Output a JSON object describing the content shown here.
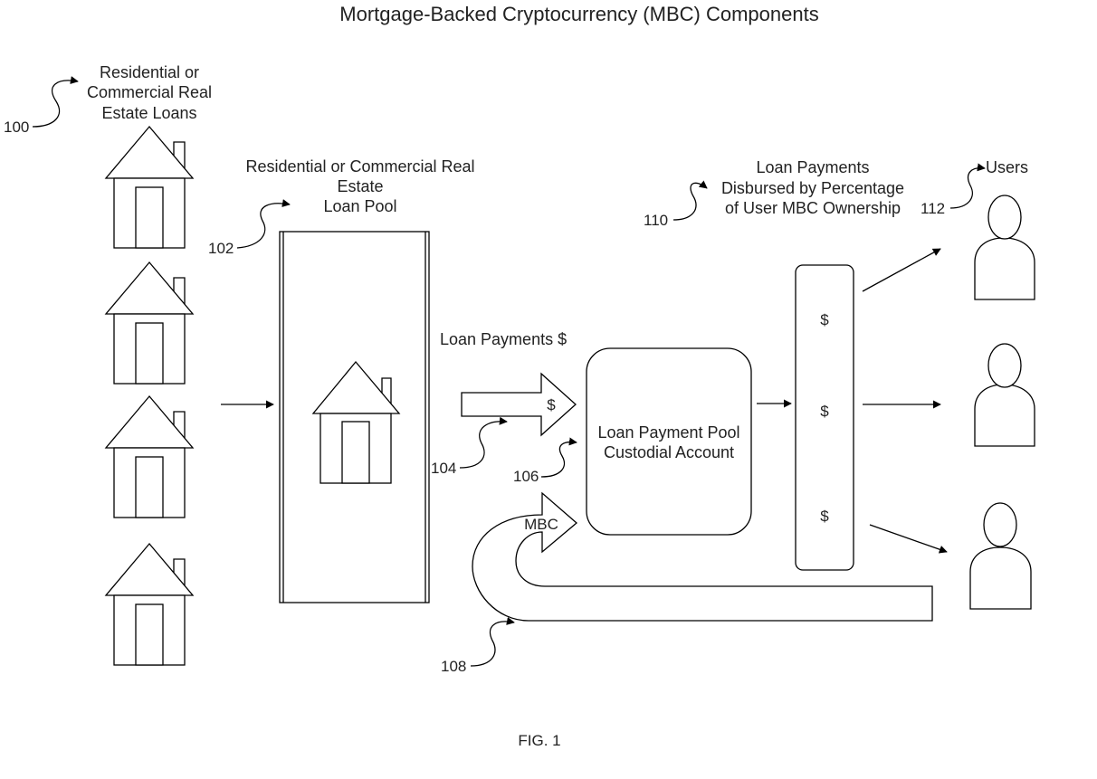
{
  "title": "Mortgage-Backed Cryptocurrency (MBC) Components",
  "figure_label": "FIG. 1",
  "loans": {
    "ref": "100",
    "label_lines": [
      "Residential or",
      "Commercial Real",
      "Estate Loans"
    ]
  },
  "loan_pool": {
    "ref": "102",
    "label_lines": [
      "Residential or Commercial Real",
      "Estate",
      "Loan Pool"
    ]
  },
  "payments_arrow": {
    "ref": "104",
    "label": "Loan Payments $",
    "symbol": "$"
  },
  "custodial_account": {
    "ref": "106",
    "label_lines": [
      "Loan Payment Pool",
      "Custodial Account"
    ]
  },
  "mbc_return": {
    "ref": "108",
    "label": "MBC"
  },
  "disbursement": {
    "ref": "110",
    "label_lines": [
      "Loan Payments",
      "Disbursed by Percentage",
      "of User MBC Ownership"
    ],
    "symbols": [
      "$",
      "$",
      "$"
    ]
  },
  "users": {
    "ref": "112",
    "label": "Users"
  }
}
